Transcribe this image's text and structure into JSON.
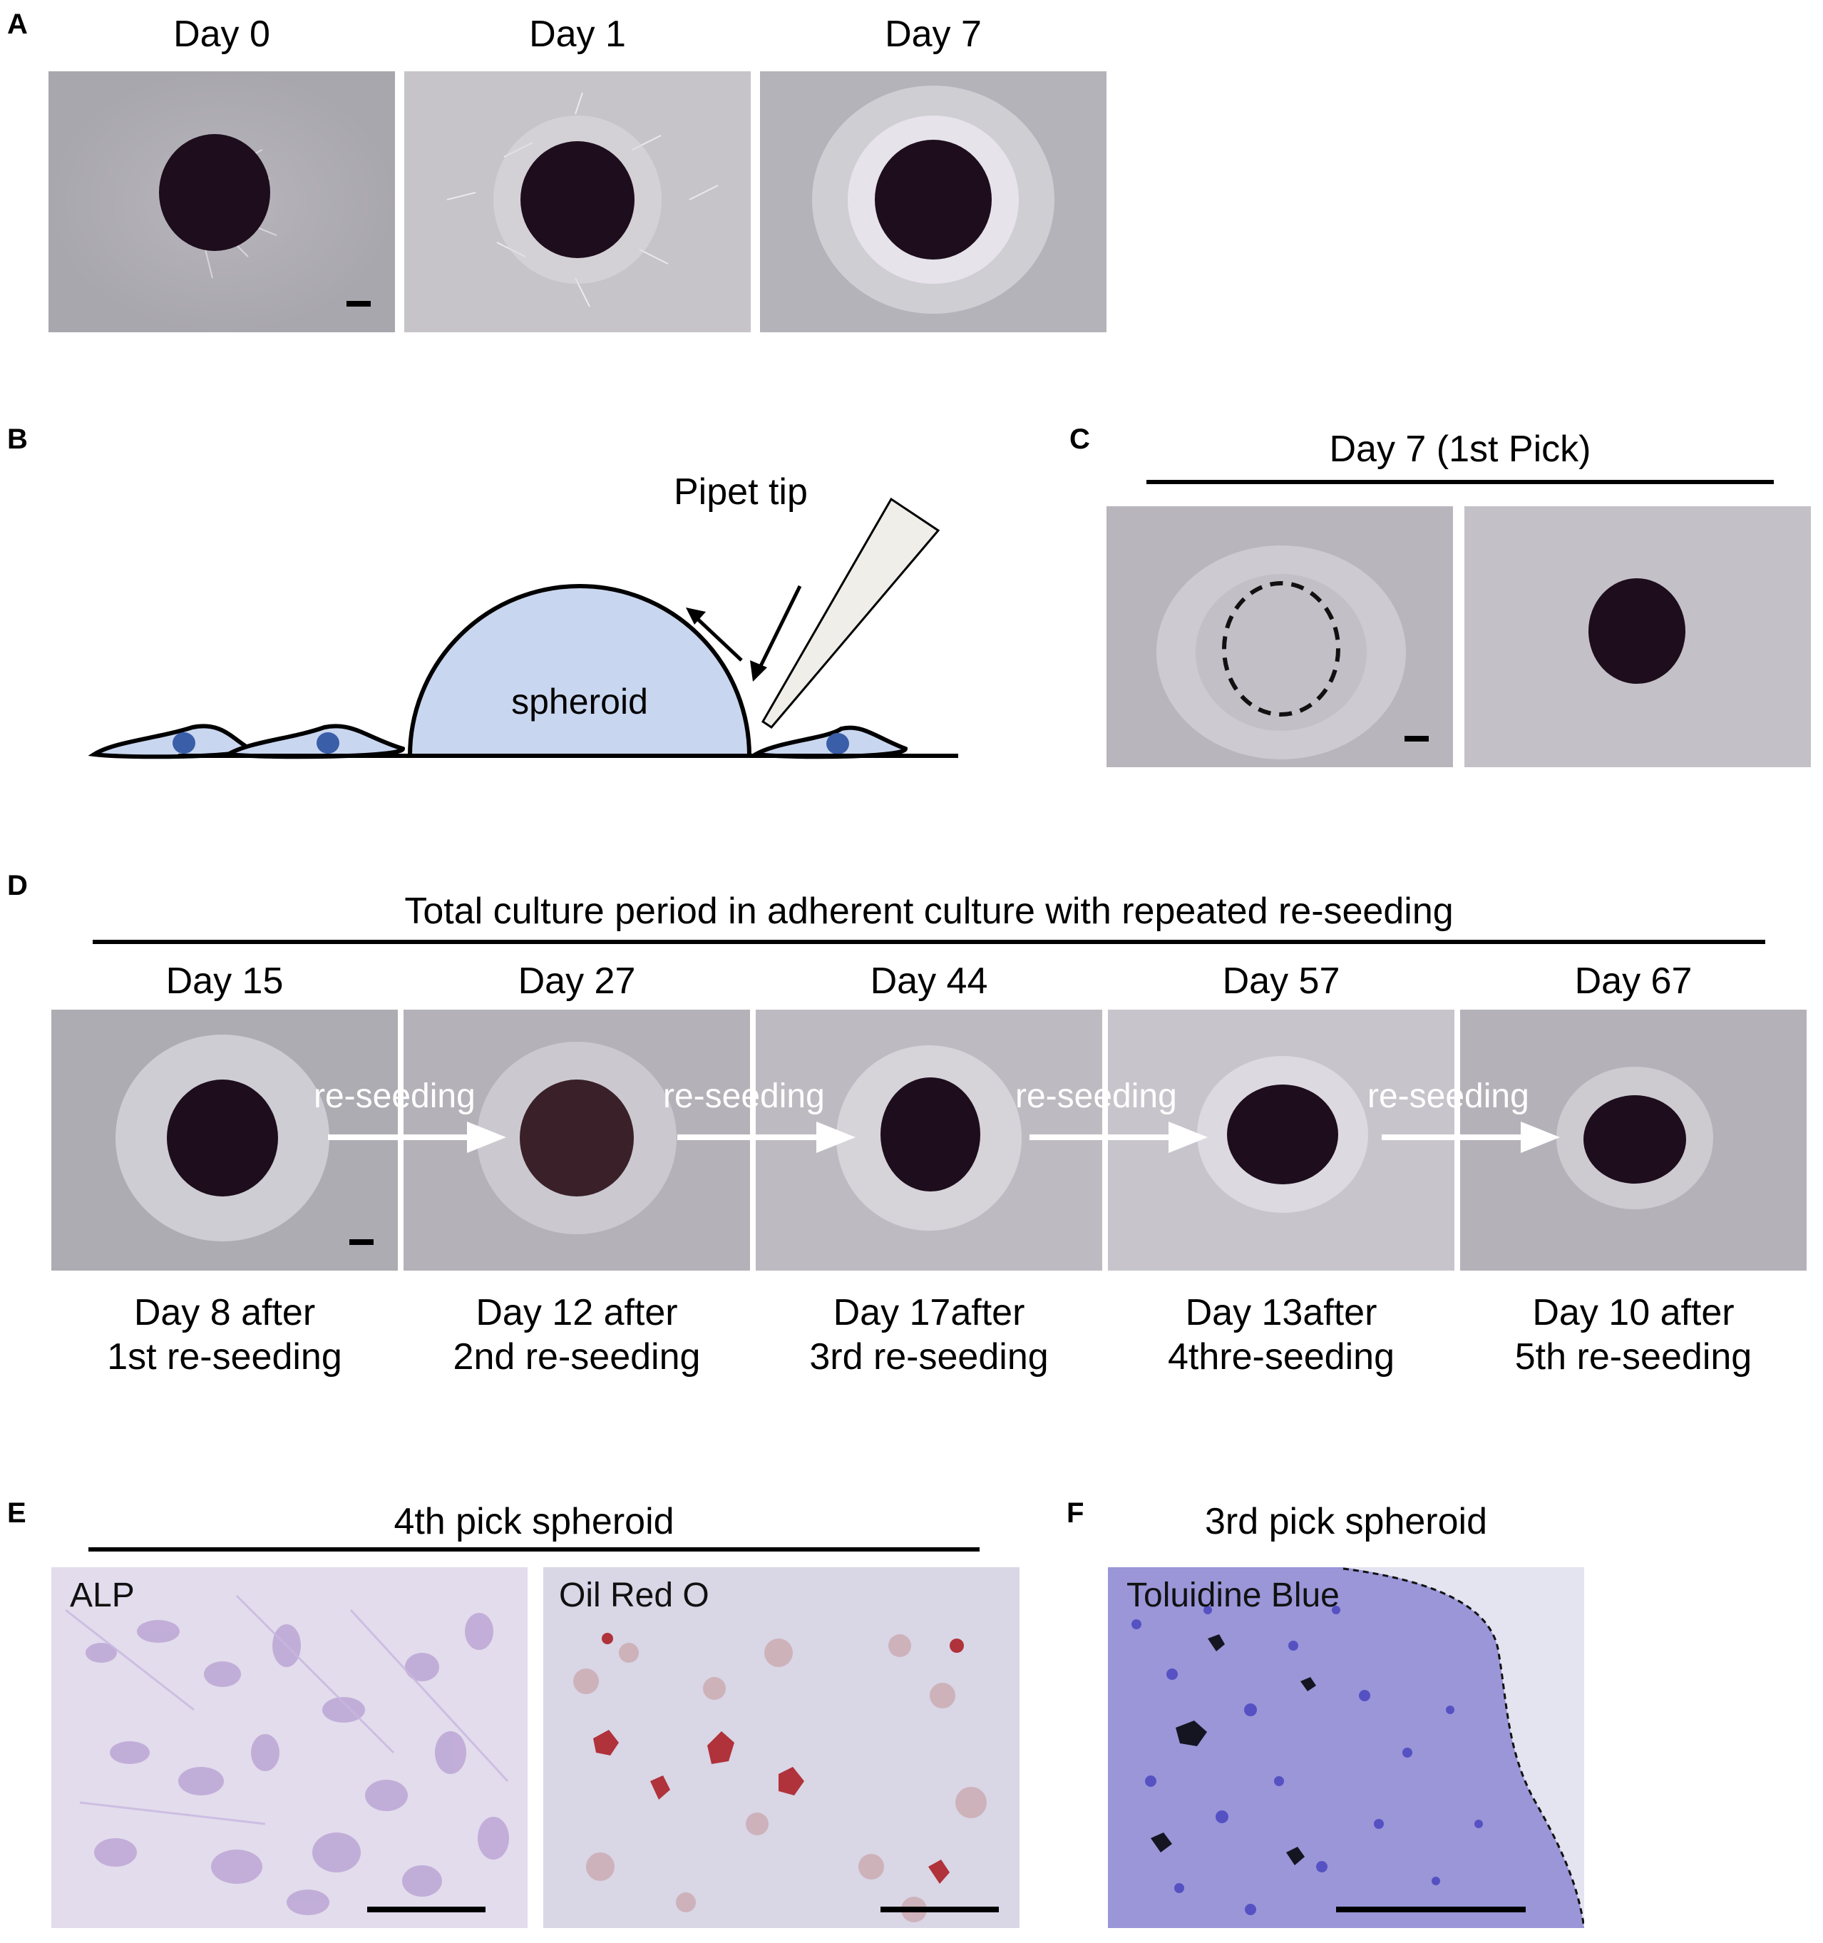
{
  "panels": {
    "A": {
      "label": "A",
      "days": [
        "Day 0",
        "Day 1",
        "Day 7"
      ]
    },
    "B": {
      "label": "B",
      "pipet_label": "Pipet tip",
      "spheroid_label": "spheroid"
    },
    "C": {
      "label": "C",
      "title": "Day 7 (1st Pick)"
    },
    "D": {
      "label": "D",
      "title": "Total culture period in adherent culture with repeated re-seeding",
      "days": [
        "Day 15",
        "Day 27",
        "Day 44",
        "Day 57",
        "Day 67"
      ],
      "arrow_label": "re-seeding",
      "captions": [
        {
          "line1": "Day 8 after",
          "line2": "1st re-seeding"
        },
        {
          "line1": "Day 12 after",
          "line2": "2nd re-seeding"
        },
        {
          "line1": "Day 17after",
          "line2": "3rd re-seeding"
        },
        {
          "line1": "Day 13after",
          "line2": "4thre-seeding"
        },
        {
          "line1": "Day 10 after",
          "line2": "5th re-seeding"
        }
      ]
    },
    "E": {
      "label": "E",
      "title": "4th pick spheroid",
      "stains": [
        "ALP",
        "Oil Red O"
      ]
    },
    "F": {
      "label": "F",
      "title": "3rd pick spheroid",
      "stain": "Toluidine Blue"
    }
  },
  "colors": {
    "spheroid_fill": "#c9d6ef",
    "cell_nucleus": "#3a5ea8",
    "micro_bg": "#c2c0c6",
    "alp_bg": "#e2dcec",
    "oil_bg": "#d9d6e6",
    "toluidine_bg": "#e4e3f0",
    "toluidine_stain": "#4a46c0"
  }
}
